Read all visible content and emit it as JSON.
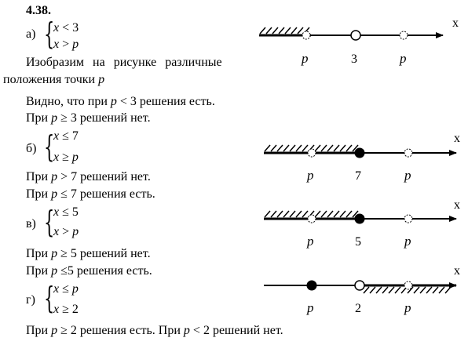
{
  "problem_number": "4.38.",
  "parts": {
    "a": {
      "label": "а)",
      "ineq1_var": "x",
      "ineq1_op": " < ",
      "ineq1_rhs": "3",
      "ineq2_var": "x",
      "ineq2_op": " > ",
      "ineq2_rhs": "p",
      "line_labels": [
        "p",
        "3",
        "p",
        "x"
      ]
    },
    "b": {
      "label": "б)",
      "ineq1_var": "x",
      "ineq1_op": " ≤ ",
      "ineq1_rhs": "7",
      "ineq2_var": "x",
      "ineq2_op": " ≥ ",
      "ineq2_rhs": "p",
      "line_labels": [
        "p",
        "7",
        "p",
        "x"
      ]
    },
    "v": {
      "label": "в)",
      "ineq1_var": "x",
      "ineq1_op": " ≤ ",
      "ineq1_rhs": "5",
      "ineq2_var": "x",
      "ineq2_op": " > ",
      "ineq2_rhs": "p",
      "line_labels": [
        "p",
        "5",
        "p",
        "x"
      ]
    },
    "g": {
      "label": "г)",
      "ineq1_var": "x",
      "ineq1_op": " ≤ ",
      "ineq1_rhs": "p",
      "ineq2_var": "x",
      "ineq2_op": " ≥ ",
      "ineq2_rhs": "2",
      "line_labels": [
        "p",
        "2",
        "p",
        "x"
      ]
    }
  },
  "text": {
    "intro_line1": "Изобразим на рисунке различные",
    "intro_line2a": "положения точки ",
    "intro_line2b": "p",
    "a_line1a": "Видно, что при ",
    "a_line1b": "p",
    "a_line1c": " < 3 решения есть.",
    "a_line2a": "При ",
    "a_line2b": "p",
    "a_line2c": " ≥ 3 решений нет.",
    "b_line1a": "При ",
    "b_line1b": "p",
    "b_line1c": " > 7 решений нет.",
    "b_line2a": "При ",
    "b_line2b": "p",
    "b_line2c": " ≤ 7 решения есть.",
    "v_line1a": "При ",
    "v_line1b": "p",
    "v_line1c": " ≥ 5 решений нет.",
    "v_line2a": "При ",
    "v_line2b": "p",
    "v_line2c": " ≤5 решения есть.",
    "g_line_a": "При ",
    "g_line_b": "p",
    "g_line_c": " ≥ 2 решения есть. При ",
    "g_line_d": "p",
    "g_line_e": " < 2 решений нет."
  }
}
